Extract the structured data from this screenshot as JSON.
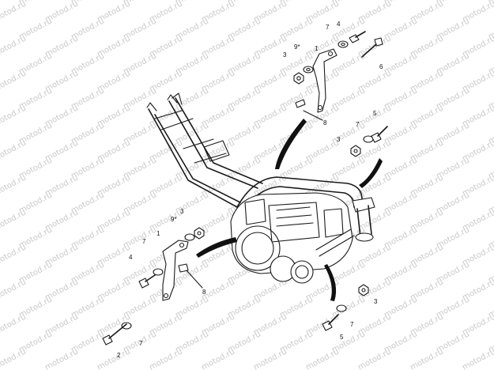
{
  "watermark": "motod.ru",
  "callouts": [
    {
      "id": "c1",
      "text": "1"
    },
    {
      "id": "c2",
      "text": "2"
    },
    {
      "id": "c3",
      "text": "3"
    },
    {
      "id": "c4",
      "text": "4"
    },
    {
      "id": "c5",
      "text": "5"
    },
    {
      "id": "c6",
      "text": "6"
    },
    {
      "id": "c7",
      "text": "7"
    },
    {
      "id": "c8",
      "text": "8"
    },
    {
      "id": "c9",
      "text": "9*"
    }
  ]
}
